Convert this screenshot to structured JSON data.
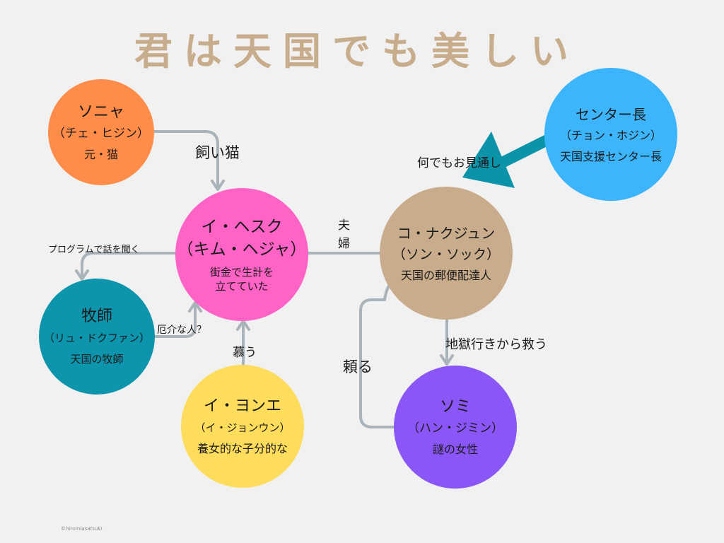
{
  "title": "君は天国でも美しい",
  "colors": {
    "background": "#f1f1f1",
    "title": "#c8ad8d",
    "connector": "#a9b4ba",
    "pointer": "#0b93a9"
  },
  "nodes": {
    "sonya": {
      "name": "ソニャ",
      "actor": "（チェ・ヒジン）",
      "role": "元・猫",
      "color": "#ff8c48"
    },
    "center": {
      "name": "センター長",
      "actor": "（チョン・ホジン）",
      "role": "天国支援センター長",
      "color": "#3db5fd"
    },
    "hesuku": {
      "name": "イ・ヘスク",
      "actor": "（キム・ヘジャ）",
      "role": "街金で生計を\n立てていた",
      "color": "#ff63c6"
    },
    "ko": {
      "name": "コ・ナクジュン",
      "actor": "（ソン・ソック）",
      "role": "天国の郵便配達人",
      "color": "#c9ac8c"
    },
    "bokushi": {
      "name": "牧師",
      "actor": "（リュ・ドクファン）",
      "role": "天国の牧師",
      "color": "#0d95ae"
    },
    "yonge": {
      "name": "イ・ヨンエ",
      "actor": "（イ・ジョンウン）",
      "role": "養女的な子分的な",
      "color": "#fedc5c"
    },
    "somi": {
      "name": "ソミ",
      "actor": "（ハン・ジミン）",
      "role": "謎の女性",
      "color": "#8b56f7"
    }
  },
  "relations": {
    "kaineko": "飼い猫",
    "fufu": "夫婦",
    "program": "プログラムで話を聞く",
    "yakkai": "厄介な人？",
    "shitau": "慕う",
    "nandemo": "何でもお見通し",
    "jigoku": "地獄行きから救う",
    "tanomu": "頼る"
  },
  "credit": "©hiromiasatsuki"
}
